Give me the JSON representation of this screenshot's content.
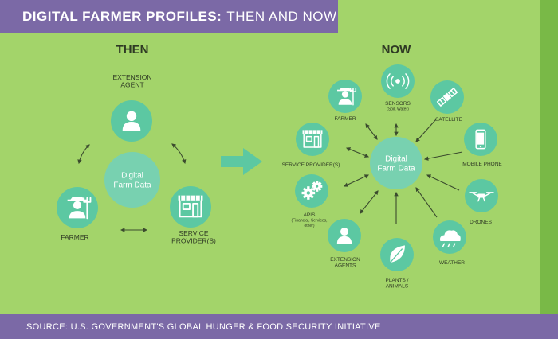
{
  "header": {
    "title_bold": "DIGITAL FARMER PROFILES:",
    "title_rest": "THEN AND NOW"
  },
  "then": {
    "heading": "THEN",
    "center": [
      "Digital",
      "Farm Data"
    ],
    "nodes": [
      {
        "label": [
          "EXTENSION",
          "AGENT"
        ],
        "icon": "person-icon"
      },
      {
        "label": [
          "SERVICE",
          "PROVIDER(S)"
        ],
        "icon": "storefront-icon"
      },
      {
        "label": [
          "FARMER"
        ],
        "icon": "farmer-icon"
      }
    ]
  },
  "now": {
    "heading": "NOW",
    "center": [
      "Digital",
      "Farm Data"
    ],
    "nodes": [
      {
        "label": [
          "FARMER"
        ],
        "icon": "farmer-icon"
      },
      {
        "label": [
          "SENSORS"
        ],
        "sub": [
          "(Soil, Water)"
        ],
        "icon": "sensor-icon"
      },
      {
        "label": [
          "SATELLITE"
        ],
        "icon": "satellite-icon"
      },
      {
        "label": [
          "MOBILE PHONE"
        ],
        "icon": "mobile-phone-icon"
      },
      {
        "label": [
          "DRONES"
        ],
        "icon": "drone-icon"
      },
      {
        "label": [
          "WEATHER"
        ],
        "icon": "weather-icon"
      },
      {
        "label": [
          "PLANTS /",
          "ANIMALS"
        ],
        "icon": "leaf-icon"
      },
      {
        "label": [
          "EXTENSION",
          "AGENTS"
        ],
        "icon": "person-icon"
      },
      {
        "label": [
          "APIS"
        ],
        "sub": [
          "(Financial, Services,",
          "other)"
        ],
        "icon": "gears-icon"
      },
      {
        "label": [
          "SERVICE PROVIDER(S)"
        ],
        "icon": "storefront-icon"
      }
    ]
  },
  "footer": {
    "source": "SOURCE: U.S. GOVERNMENT'S GLOBAL HUNGER & FOOD SECURITY INITIATIVE"
  },
  "colors": {
    "background": "#a3d46a",
    "accent_purple": "#7b69a6",
    "node_fill": "#5cc8a2",
    "center_fill": "#78d1b0",
    "arrow": "#3b4b2e"
  }
}
